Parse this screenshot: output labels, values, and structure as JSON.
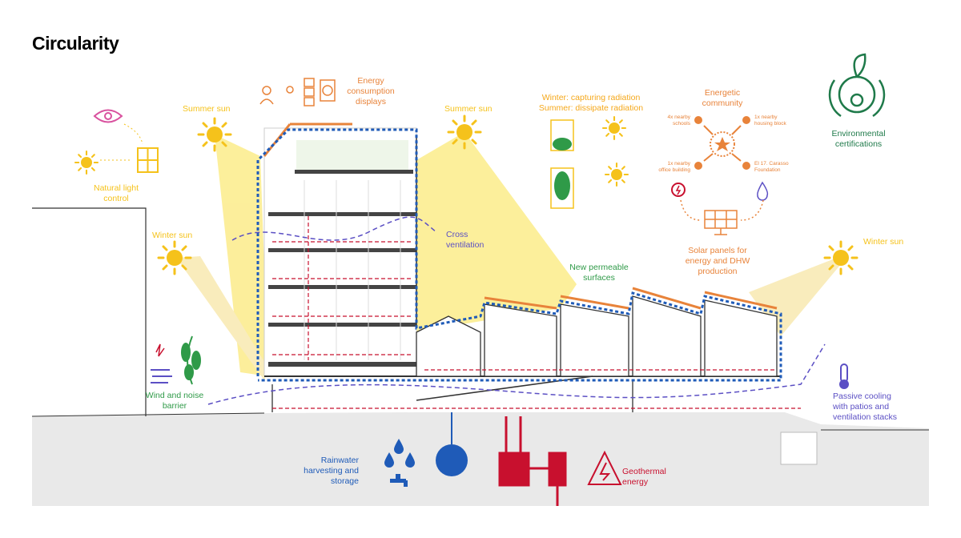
{
  "title": "Circularity",
  "colors": {
    "sun": "#f5c21b",
    "beam": "#fbe97a",
    "orange": "#e8833a",
    "green": "#2f9a48",
    "purple": "#5b4fc4",
    "blue": "#1f5bb8",
    "red": "#c8102e",
    "pink": "#d9529f",
    "ground": "#e9e9e9",
    "cert_green": "#1f7a4a"
  },
  "labels": {
    "natural_light": [
      "Natural light",
      "control"
    ],
    "summer_sun_left": "Summer sun",
    "summer_sun_right": "Summer sun",
    "winter_sun_left": "Winter sun",
    "winter_sun_right": "Winter sun",
    "energy_displays": [
      "Energy",
      "consumption",
      "displays"
    ],
    "radiation": [
      "Winter: capturing radiation",
      "Summer: dissipate radiation"
    ],
    "community": [
      "Energetic",
      "community"
    ],
    "community_nodes": {
      "schools": [
        "4x nearby",
        "schools"
      ],
      "housing": [
        "1x nearby",
        "housing block"
      ],
      "office": [
        "1x nearby",
        "office building"
      ],
      "foundation": [
        "El 17. Carasso",
        "Foundation"
      ]
    },
    "certifications": [
      "Environmental",
      "certifications"
    ],
    "cross_ventilation": [
      "Cross",
      "ventilation"
    ],
    "permeable": [
      "New permeable",
      "surfaces"
    ],
    "solar": [
      "Solar panels for",
      "energy and DHW",
      "production"
    ],
    "wind": [
      "Wind and noise",
      "barrier"
    ],
    "passive": [
      "Passive cooling",
      "with patios and",
      "ventilation stacks"
    ],
    "rainwater": [
      "Rainwater",
      "harvesting and",
      "storage"
    ],
    "geothermal": [
      "Geothermal",
      "energy"
    ]
  }
}
